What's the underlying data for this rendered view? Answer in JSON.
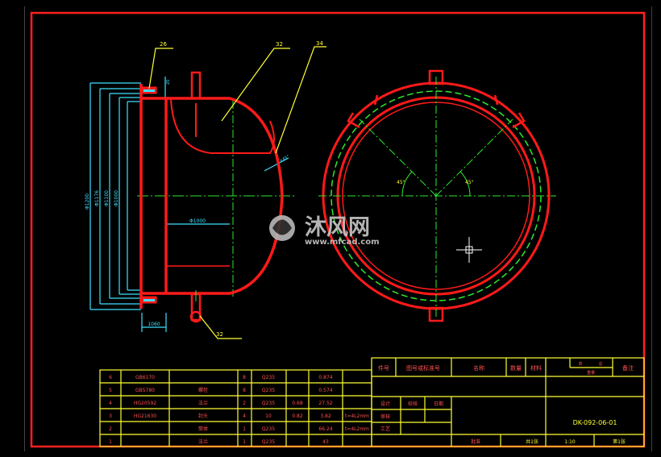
{
  "drawing": {
    "leaders": {
      "top_left": "26",
      "top_mid": "32",
      "top_right": "34",
      "bottom": "32"
    },
    "dim_labels": {
      "left_dims": [
        "Φ1200",
        "Φ1176",
        "Φ1100",
        "Φ1000"
      ],
      "inner_width": "Φ1000",
      "bottom_dim": "1060",
      "small_a": "20",
      "small_b": "2×45°",
      "angle_left": "45°",
      "angle_right": "45°"
    }
  },
  "watermark": {
    "cn": "沐风网",
    "url": "www.mfcad.com"
  },
  "bom": {
    "rows": [
      {
        "no": "6",
        "code": "GB6170",
        "name": "",
        "qty": "8",
        "mat": "Q235",
        "unit": "",
        "total": "0.874",
        "note": ""
      },
      {
        "no": "5",
        "code": "GB5780",
        "name": "螺栓",
        "qty": "8",
        "mat": "Q235",
        "unit": "",
        "total": "0.574",
        "note": ""
      },
      {
        "no": "4",
        "code": "HG20592",
        "name": "法兰",
        "qty": "2",
        "mat": "Q235",
        "unit": "0.68",
        "total": "27.52",
        "note": ""
      },
      {
        "no": "3",
        "code": "HG21630",
        "name": "封头",
        "qty": "4",
        "mat": "10",
        "unit": "0.82",
        "total": "3.82",
        "note": "t=4L2mm"
      },
      {
        "no": "2",
        "code": "",
        "name": "筒体",
        "qty": "1",
        "mat": "Q235",
        "unit": "",
        "total": "66.24",
        "note": "t=4L2mm"
      },
      {
        "no": "1",
        "code": "",
        "name": "法兰",
        "qty": "1",
        "mat": "Q235",
        "unit": "",
        "total": "43",
        "note": ""
      }
    ]
  },
  "title_block": {
    "headers": [
      "件号",
      "图号或标准号",
      "名称",
      "数量",
      "材料",
      "单",
      "总",
      "备注"
    ],
    "weight_label": "重量",
    "side_labels": [
      "设计",
      "审核",
      "工艺"
    ],
    "extra": [
      "校核",
      "日期",
      "批准"
    ],
    "drawing_no": "DK-092-06-01",
    "scale": "1:10",
    "sheet": "共1张",
    "sheet2": "第1张"
  }
}
